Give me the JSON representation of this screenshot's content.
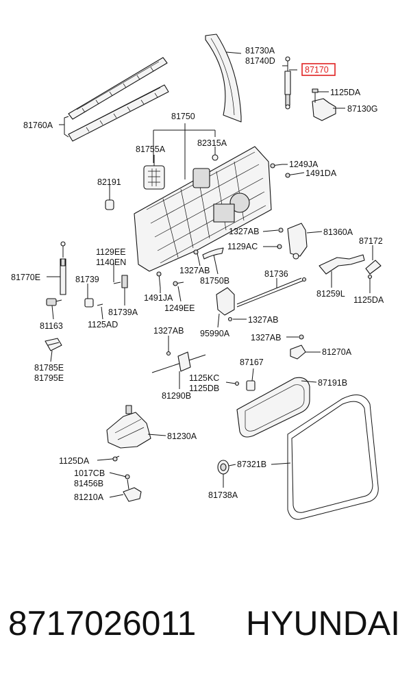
{
  "highlight_color": "#e02020",
  "labels": {
    "l81730A": "81730A",
    "l81740D": "81740D",
    "l87170": "87170",
    "l1125DA_a": "1125DA",
    "l87130G": "87130G",
    "l81760A": "81760A",
    "l81750": "81750",
    "l81755A": "81755A",
    "l82315A": "82315A",
    "l1249JA": "1249JA",
    "l1491DA": "1491DA",
    "l82191": "82191",
    "l1327AB_a": "1327AB",
    "l81360A": "81360A",
    "l87172": "87172",
    "l1129AC": "1129AC",
    "l1129EE": "1129EE",
    "l1140EN": "1140EN",
    "l1327AB_b": "1327AB",
    "l81750B": "81750B",
    "l81770E": "81770E",
    "l81739": "81739",
    "l81736": "81736",
    "l81259L": "81259L",
    "l1125DA_b": "1125DA",
    "l1491JA": "1491JA",
    "l1249EE": "1249EE",
    "l81739A": "81739A",
    "l81163": "81163",
    "l1125AD": "1125AD",
    "l1327AB_c": "1327AB",
    "l95990A": "95990A",
    "l1327AB_d": "1327AB",
    "l1327AB_e": "1327AB",
    "l81270A": "81270A",
    "l81785E": "81785E",
    "l81795E": "81795E",
    "l87167": "87167",
    "l1125KC": "1125KC",
    "l1125DB": "1125DB",
    "l87191B": "87191B",
    "l81290B": "81290B",
    "l81230A": "81230A",
    "l1125DA_c": "1125DA",
    "l87321B": "87321B",
    "l1017CB": "1017CB",
    "l81456B": "81456B",
    "l81210A": "81210A",
    "l81738A": "81738A"
  },
  "footer": {
    "part_number": "8717026011",
    "brand": "HYUNDAI"
  }
}
